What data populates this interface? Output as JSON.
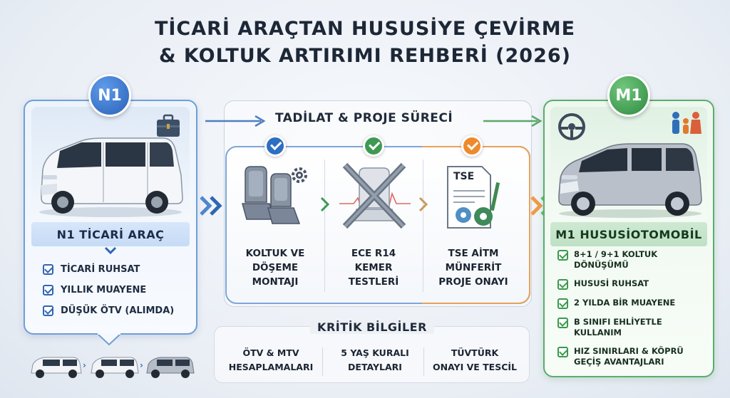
{
  "title": {
    "line1": "TİCARİ ARAÇTAN HUSUSİYE ÇEVİRME",
    "line2": "& KOLTUK ARTIRIMI REHBERİ (2026)"
  },
  "n1": {
    "badge": "N1",
    "label": "N1 TİCARİ ARAÇ",
    "items": [
      "TİCARİ RUHSAT",
      "YILLIK MUAYENE",
      "DÜŞÜK ÖTV (ALIMDA)"
    ]
  },
  "process": {
    "title": "TADİLAT & PROJE SÜRECİ",
    "steps": [
      {
        "line1": "KOLTUK VE",
        "line2": "DÖŞEME",
        "line3": "MONTAJI"
      },
      {
        "line1": "ECE R14",
        "line2": "KEMER",
        "line3": "TESTLERİ"
      },
      {
        "line1": "TSE AİTM",
        "line2": "MÜNFERİT",
        "line3": "PROJE ONAYI"
      }
    ],
    "doc_label": "TSE"
  },
  "kritik": {
    "title": "KRİTİK BİLGİLER",
    "items": [
      {
        "line1": "ÖTV & MTV",
        "line2": "HESAPLAMALARI"
      },
      {
        "line1": "5 YAŞ KURALI",
        "line2": "DETAYLARI"
      },
      {
        "line1": "TÜVTÜRK",
        "line2": "ONAYI VE TESCİL"
      }
    ]
  },
  "m1": {
    "badge": "M1",
    "label": "M1 HUSUSİOTOMOBİL",
    "items": [
      {
        "line1": "8+1 / 9+1 KOLTUK DÖNÜŞÜMÜ",
        "line2": ""
      },
      {
        "line1": "HUSUSİ RUHSAT",
        "line2": ""
      },
      {
        "line1": "2 YILDA BİR MUAYENE",
        "line2": ""
      },
      {
        "line1": "B SINIFI EHLİYETLE KULLANIM",
        "line2": ""
      },
      {
        "line1": "HIZ SINIRLARI & KÖPRÜ",
        "line2": "GEÇİŞ AVANTAJLARI"
      }
    ]
  },
  "colors": {
    "n1_blue": "#2f66b3",
    "m1_green": "#3a9a4c",
    "step_orange": "#ee8a2c"
  },
  "icons": [
    "briefcase-icon",
    "steering-wheel-icon",
    "family-icon",
    "seat-icon",
    "gear-icon",
    "crossed-belt-icon",
    "document-icon",
    "arrow-right-icon",
    "check-icon"
  ]
}
